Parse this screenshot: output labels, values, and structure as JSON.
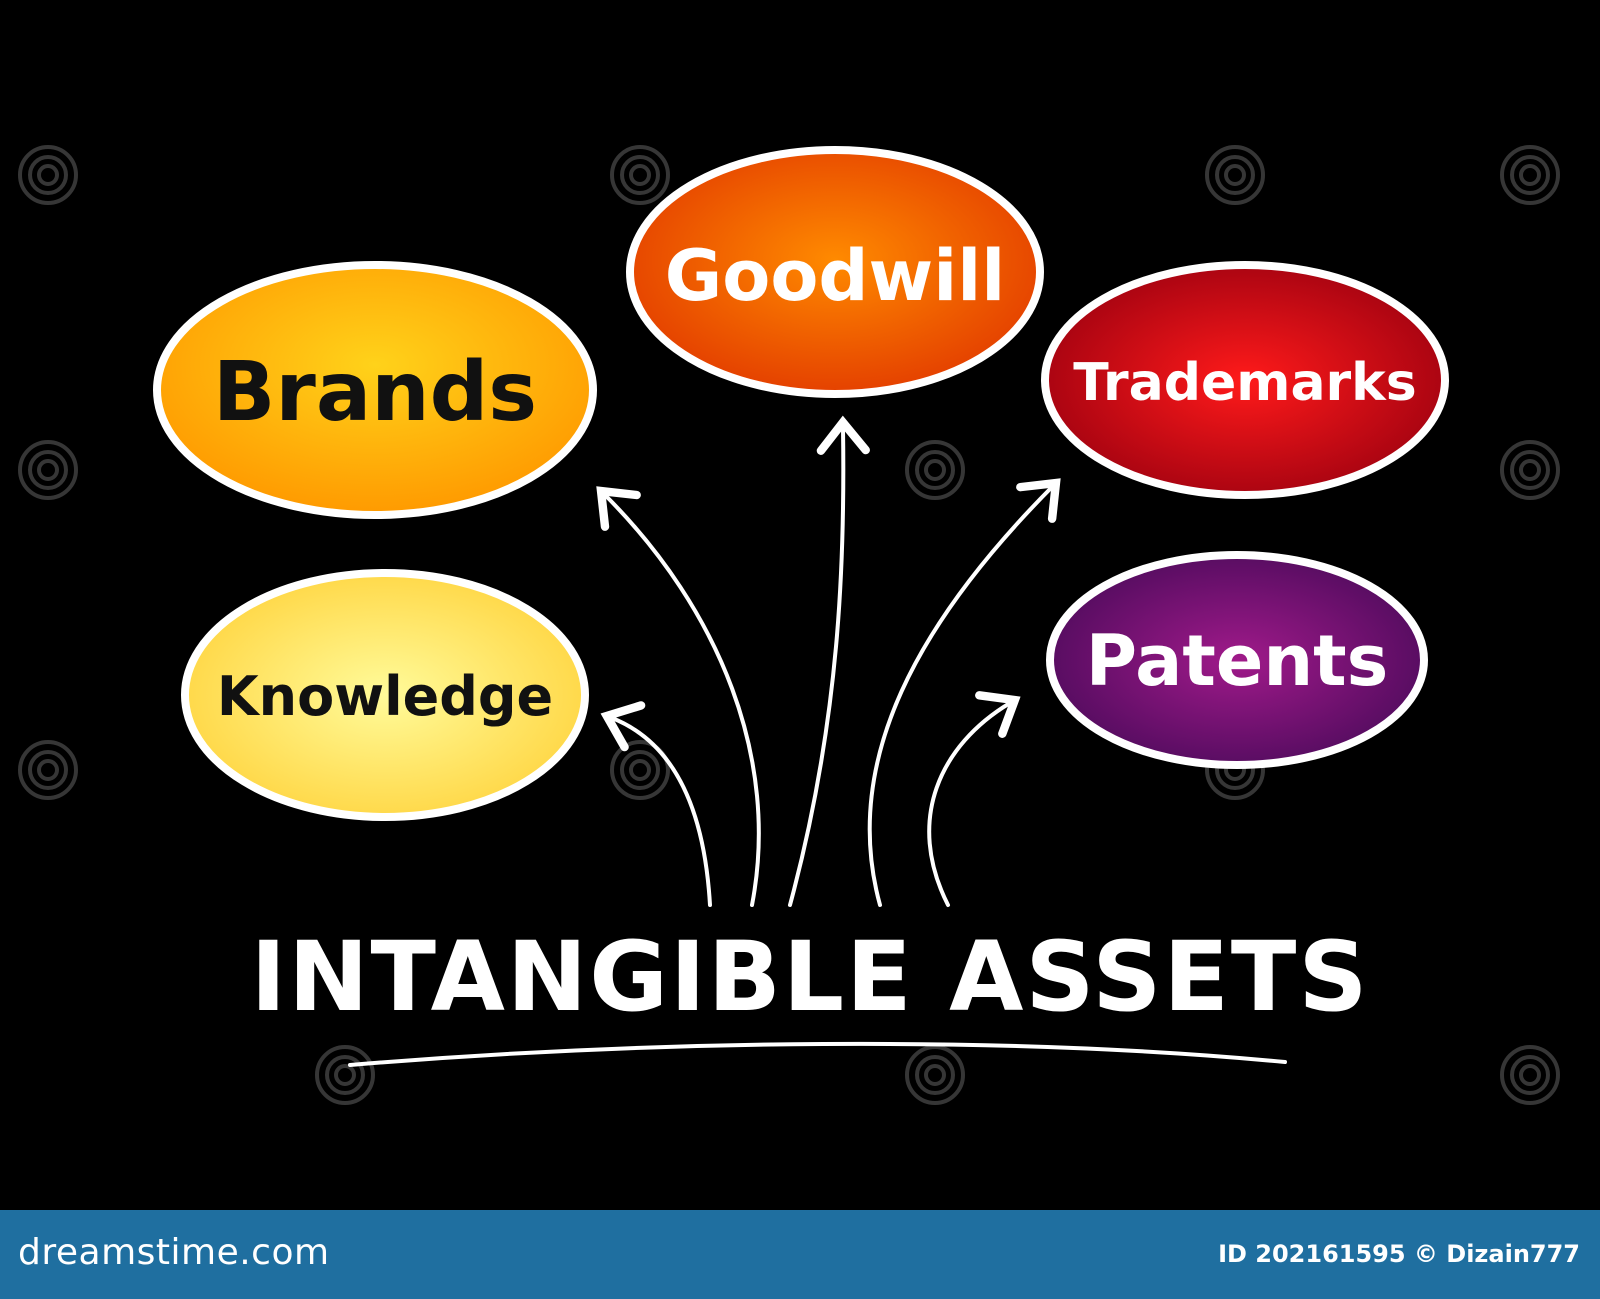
{
  "diagram": {
    "title": "INTANGIBLE ASSETS",
    "nodes": [
      {
        "id": "brands",
        "label": "Brands",
        "color_center": "#ffd21a",
        "color_edge": "#ff9a00",
        "text_color": "#111111"
      },
      {
        "id": "goodwill",
        "label": "Goodwill",
        "color_center": "#ff8a00",
        "color_edge": "#e23a00",
        "text_color": "#ffffff"
      },
      {
        "id": "trademarks",
        "label": "Trademarks",
        "color_center": "#ff1a1a",
        "color_edge": "#9a0010",
        "text_color": "#ffffff"
      },
      {
        "id": "knowledge",
        "label": "Knowledge",
        "color_center": "#fffb9a",
        "color_edge": "#ffd23a",
        "text_color": "#111111"
      },
      {
        "id": "patents",
        "label": "Patents",
        "color_center": "#a01a8a",
        "color_edge": "#4a0a5a",
        "text_color": "#ffffff"
      }
    ]
  },
  "watermark": {
    "text": "dreamstime"
  },
  "footer": {
    "site": "dreamstime.com",
    "id_text": "ID 202161595 © Dizain777"
  }
}
